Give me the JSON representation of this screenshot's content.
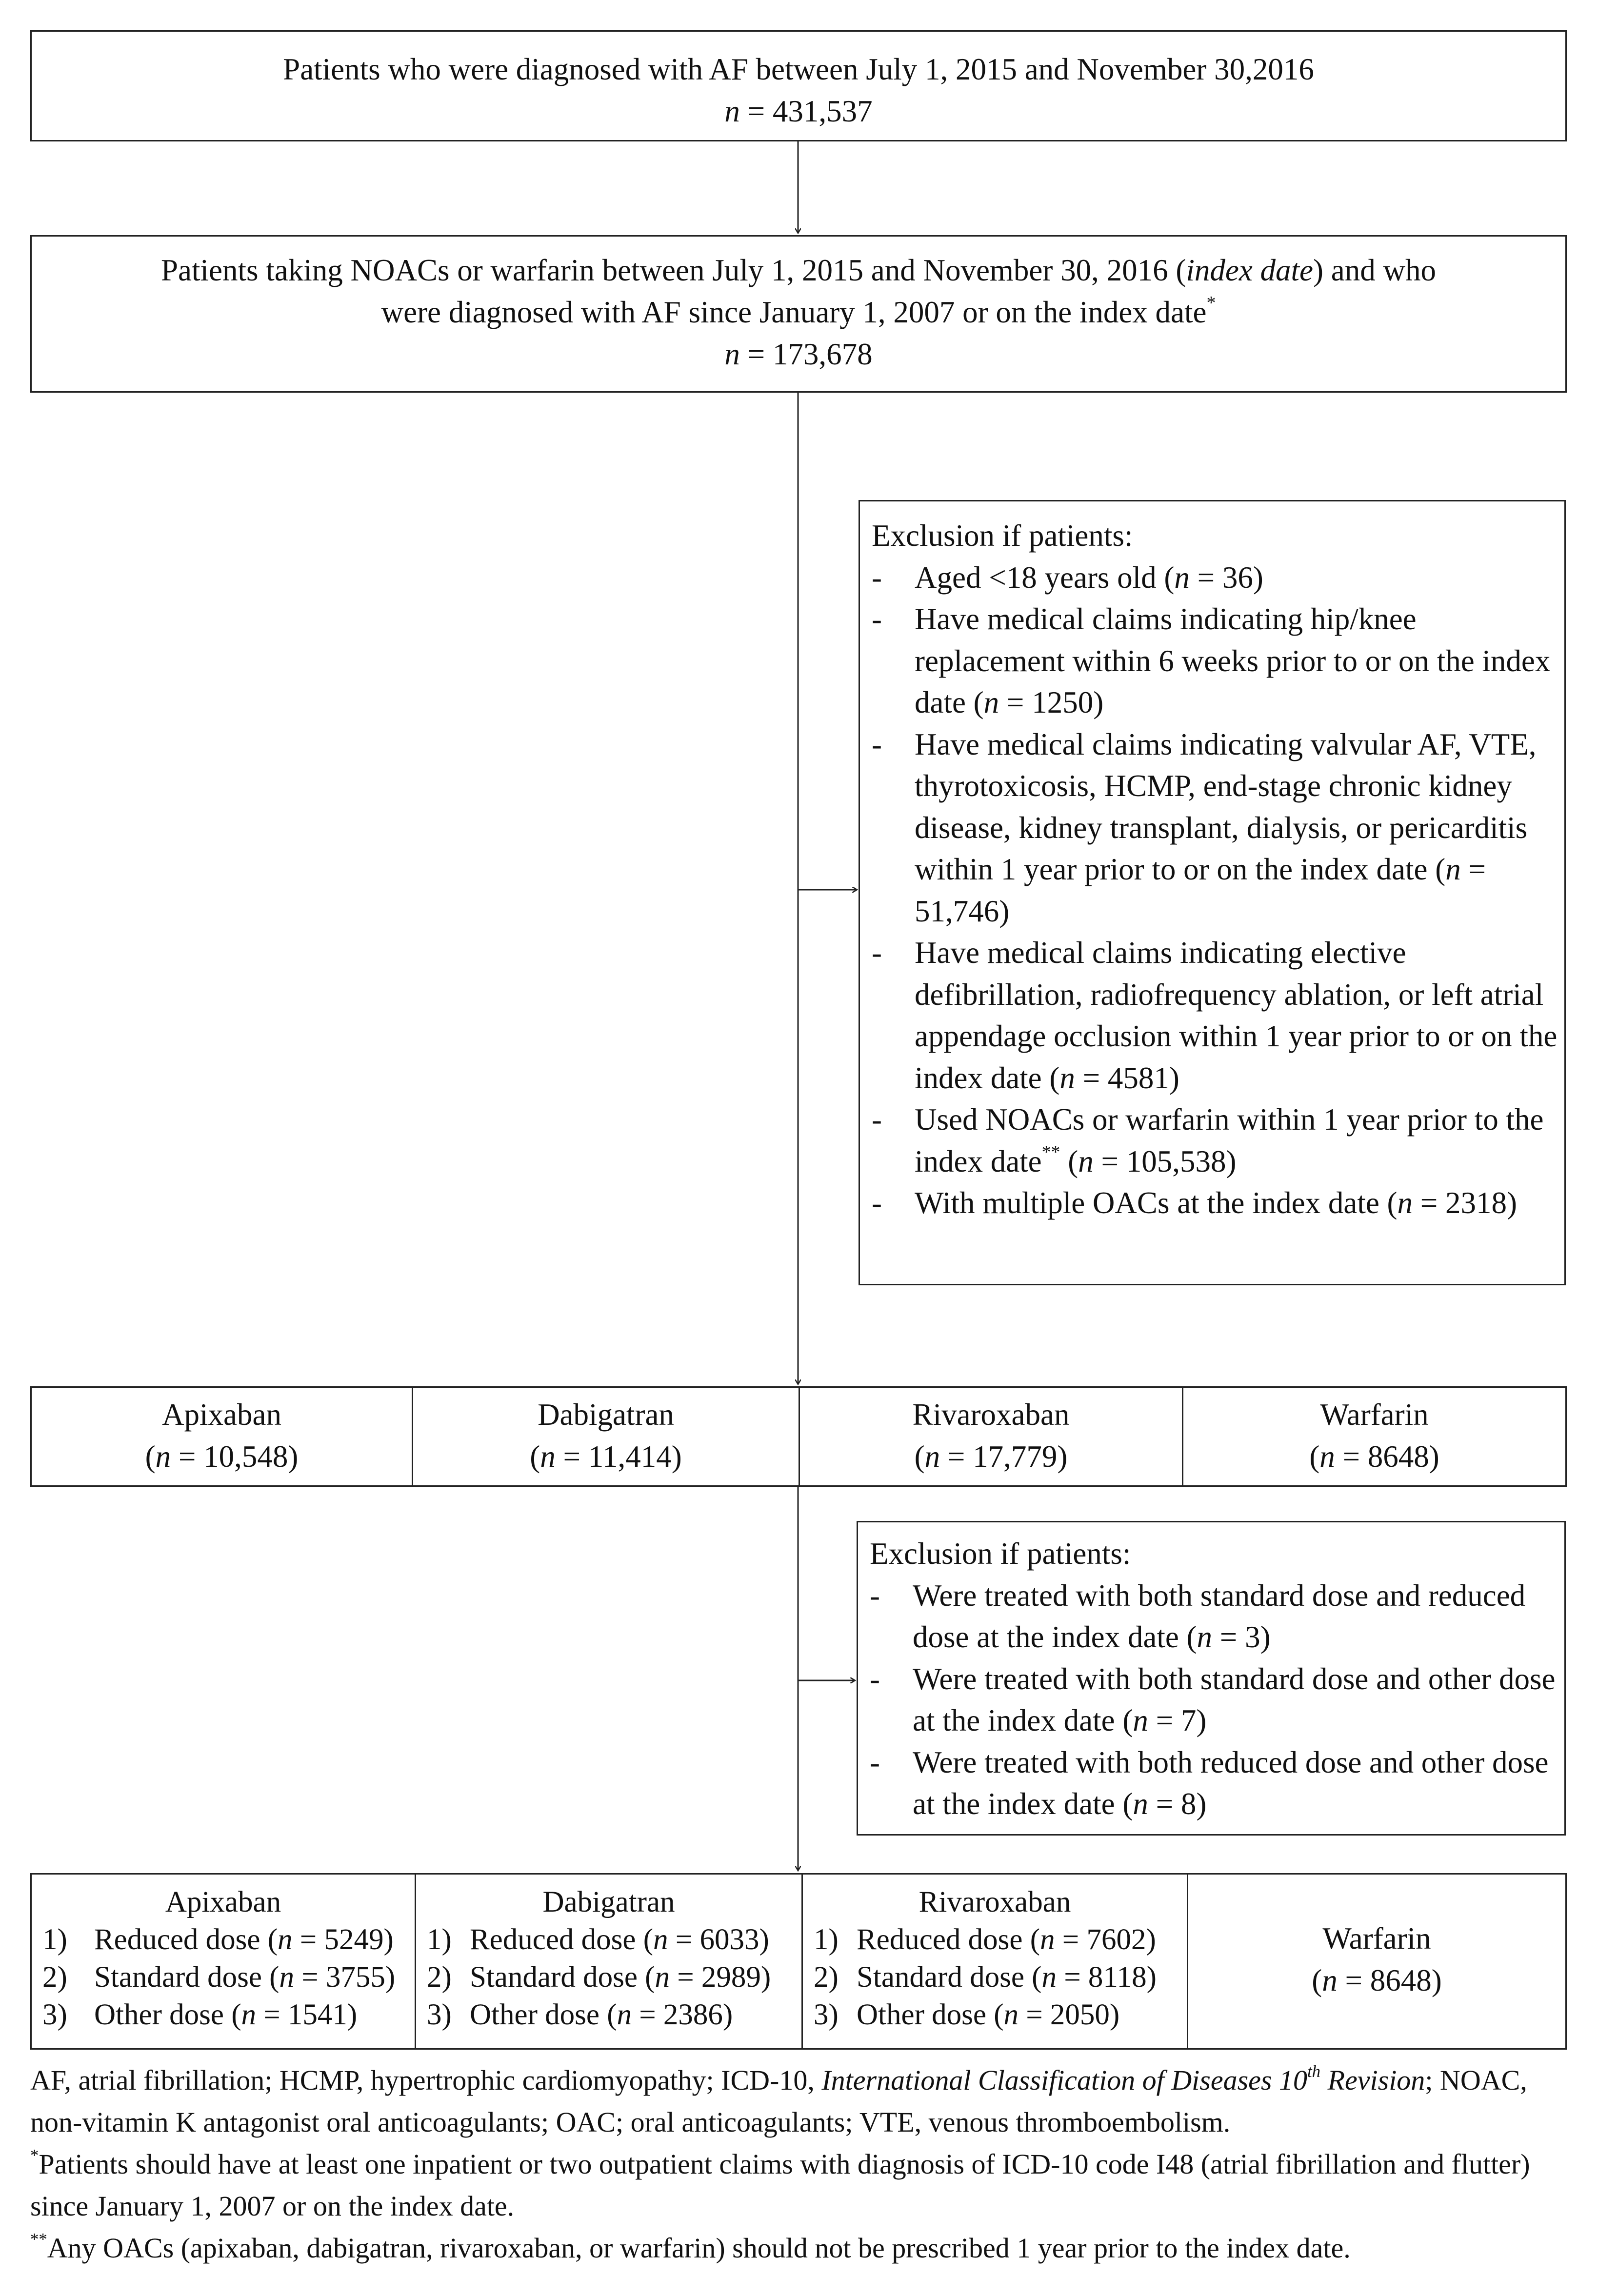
{
  "box1": {
    "line1": "Patients who were diagnosed with AF between July 1, 2015 and November 30,2016",
    "n": "n",
    "count": " = 431,537"
  },
  "box2": {
    "line1_a": "Patients taking NOACs or warfarin between July 1, 2015 and November 30, 2016 (",
    "line1_italic": "index date",
    "line1_b": ") and who",
    "line2": "were diagnosed with AF since January 1, 2007 or on the index date",
    "line2_sup": "*",
    "n": "n",
    "count": " = 173,678"
  },
  "exclusion1": {
    "heading": "Exclusion if patients:",
    "items": [
      {
        "text": "Aged <18 years old (",
        "n": "n",
        "value": " = 36)"
      },
      {
        "text": "Have medical claims indicating hip/knee replacement within 6 weeks prior to or on the index date (",
        "n": "n",
        "value": " = 1250)"
      },
      {
        "text": "Have medical claims indicating valvular AF, VTE, thyrotoxicosis, HCMP, end-stage chronic kidney disease, kidney transplant, dialysis, or pericarditis within 1 year prior to or on the index date (",
        "n": "n",
        "value": " = 51,746)"
      },
      {
        "text": "Have medical claims indicating elective defibrillation, radiofrequency ablation, or left atrial appendage occlusion within 1 year prior to or on the index date (",
        "n": "n",
        "value": " = 4581)"
      },
      {
        "text": "Used NOACs or warfarin within 1 year prior to the index date",
        "sup": "**",
        "text2": " (",
        "n": "n",
        "value": " = 105,538)"
      },
      {
        "text": "With multiple OACs at the index date (",
        "n": "n",
        "value": " = 2318)"
      }
    ]
  },
  "groups": [
    {
      "name": "Apixaban",
      "n": "n",
      "count": " = 10,548)"
    },
    {
      "name": "Dabigatran",
      "n": "n",
      "count": " = 11,414)"
    },
    {
      "name": "Rivaroxaban",
      "n": "n",
      "count": " = 17,779)"
    },
    {
      "name": "Warfarin",
      "n": "n",
      "count": " = 8648)"
    }
  ],
  "exclusion2": {
    "heading": "Exclusion if patients:",
    "items": [
      {
        "text": "Were treated with both standard dose and reduced dose at the index date (",
        "n": "n",
        "value": " = 3)"
      },
      {
        "text": "Were treated with both standard dose and other dose at the index date (",
        "n": "n",
        "value": " = 7)"
      },
      {
        "text": "Were treated with both reduced dose and other dose at the index date (",
        "n": "n",
        "value": " = 8)"
      }
    ]
  },
  "final_groups": [
    {
      "name": "Apixaban",
      "doses": [
        {
          "num": "1)",
          "label": "Reduced dose (",
          "n": "n",
          "value": " = 5249)"
        },
        {
          "num": "2)",
          "label": "Standard dose (",
          "n": "n",
          "value": " = 3755)"
        },
        {
          "num": "3)",
          "label": "Other dose (",
          "n": "n",
          "value": " = 1541)"
        }
      ]
    },
    {
      "name": "Dabigatran",
      "doses": [
        {
          "num": "1)",
          "label": "Reduced dose (",
          "n": "n",
          "value": " = 6033)"
        },
        {
          "num": "2)",
          "label": "Standard dose (",
          "n": "n",
          "value": " = 2989)"
        },
        {
          "num": "3)",
          "label": "Other dose (",
          "n": "n",
          "value": " = 2386)"
        }
      ]
    },
    {
      "name": "Rivaroxaban",
      "doses": [
        {
          "num": "1)",
          "label": "Reduced dose (",
          "n": "n",
          "value": " = 7602)"
        },
        {
          "num": "2)",
          "label": "Standard dose (",
          "n": "n",
          "value": " = 8118)"
        },
        {
          "num": "3)",
          "label": "Other dose (",
          "n": "n",
          "value": " = 2050)"
        }
      ]
    },
    {
      "name": "Warfarin",
      "n": "n",
      "count": " = 8648)"
    }
  ],
  "footer": {
    "abbr_a": "AF, atrial fibrillation; HCMP, hypertrophic cardiomyopathy; ICD-10, ",
    "abbr_italic": "International Classification of Diseases 10",
    "abbr_sup": "th",
    "abbr_italic2": "Revision",
    "abbr_b": "; NOAC, non-vitamin K antagonist oral anticoagulants; OAC; oral anticoagulants; VTE, venous thromboembolism.",
    "note1_sup": "*",
    "note1": "Patients should have at least one inpatient or two outpatient claims with diagnosis of ICD-10 code I48 (atrial fibrillation and flutter) since January 1, 2007 or on the index date.",
    "note2_sup": "**",
    "note2": "Any OACs (apixaban, dabigatran, rivaroxaban, or warfarin) should not be prescribed 1 year prior to the index date."
  }
}
